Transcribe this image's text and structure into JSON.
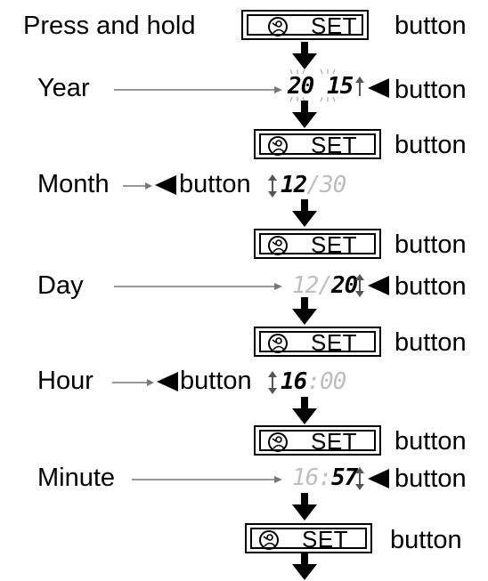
{
  "steps": {
    "intro": {
      "label": "Press and hold",
      "button_word": "button"
    },
    "year": {
      "label": "Year",
      "display": "20 15",
      "button_word": "button"
    },
    "month": {
      "label": "Month",
      "button_word": "button",
      "display_main": "12",
      "display_dim": "30"
    },
    "day": {
      "label": "Day",
      "display_dim": "12",
      "display_main": "20",
      "button_word": "button"
    },
    "hour": {
      "label": "Hour",
      "button_word": "button",
      "display_main": "16",
      "display_dim": "00"
    },
    "minute": {
      "label": "Minute",
      "display_dim": "16",
      "display_main": "57",
      "button_word": "button"
    }
  },
  "set_button": {
    "label": "SET",
    "button_word": "button"
  }
}
